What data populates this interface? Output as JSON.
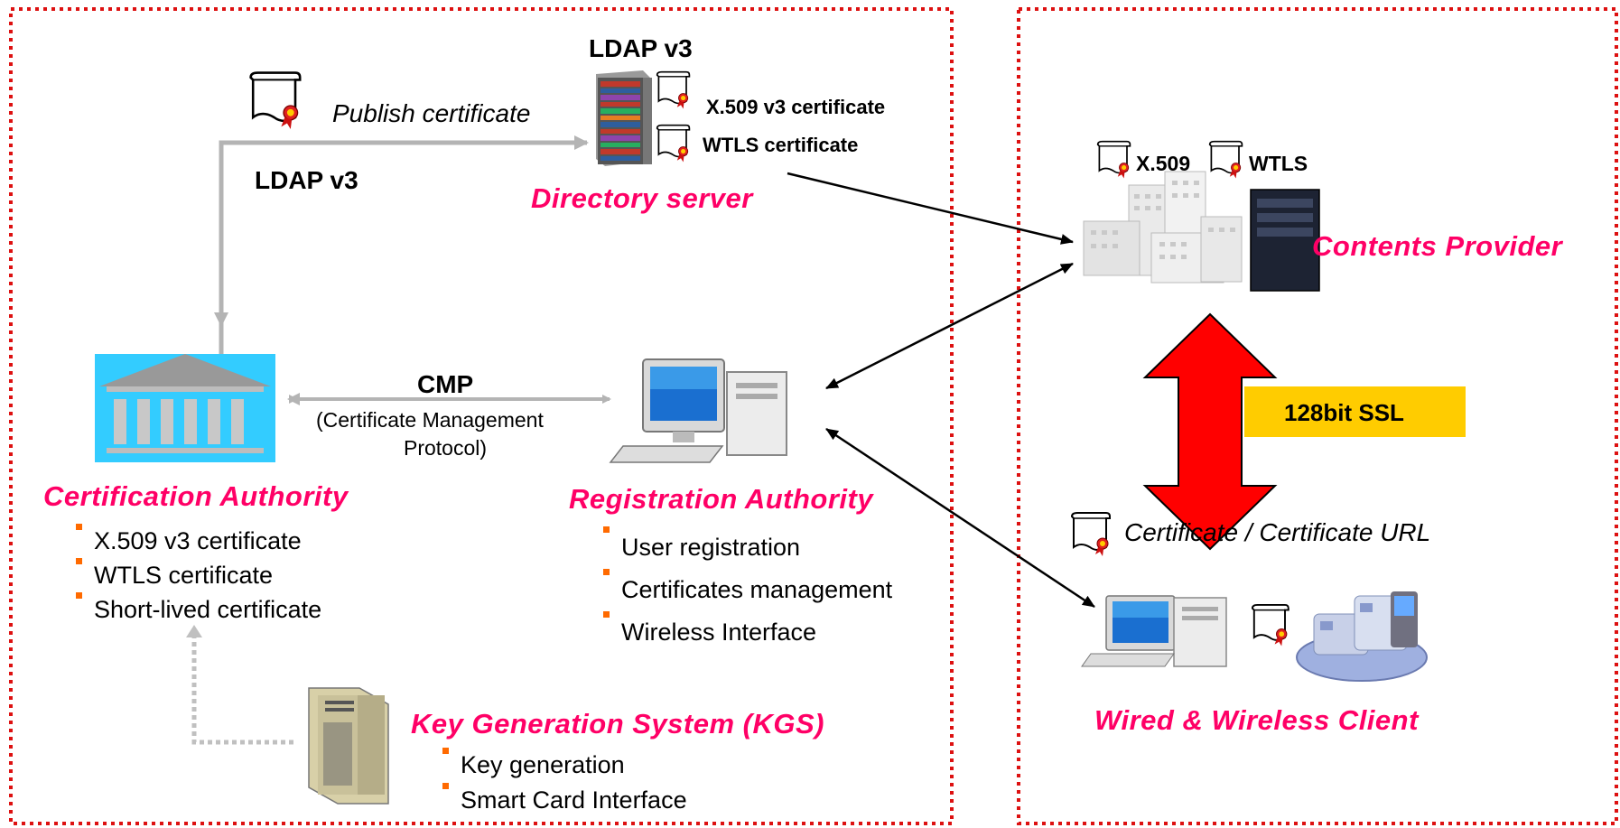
{
  "colors": {
    "accent_pink": "#ff0066",
    "border_red": "#dd1111",
    "bullet_orange": "#ff6a00",
    "gray_arrow": "#b4b4b4",
    "ssl_box": "#ffcc00",
    "red_arrow": "#ff0000"
  },
  "directory": {
    "ldap_top": "LDAP v3",
    "x509_label": "X.509 v3 certificate",
    "wtls_label": "WTLS certificate",
    "title": "Directory server"
  },
  "publish": {
    "label": "Publish certificate",
    "ldap_label": "LDAP v3"
  },
  "ca": {
    "title": "Certification Authority",
    "bullets": [
      "X.509 v3 certificate",
      "WTLS certificate",
      "Short-lived certificate"
    ]
  },
  "cmp": {
    "title": "CMP",
    "subtitle_line1": "(Certificate Management",
    "subtitle_line2": "Protocol)"
  },
  "ra": {
    "title": "Registration Authority",
    "bullets": [
      "User registration",
      "Certificates management",
      "Wireless Interface"
    ]
  },
  "kgs": {
    "title": "Key Generation System (KGS)",
    "bullets": [
      "Key generation",
      "Smart Card Interface"
    ]
  },
  "provider": {
    "x509_label": "X.509",
    "wtls_label": "WTLS",
    "title": "Contents Provider"
  },
  "ssl": {
    "label": "128bit SSL"
  },
  "client": {
    "cert_label": "Certificate / Certificate URL",
    "title": "Wired & Wireless Client"
  },
  "icons": [
    "certificate-icon",
    "directory-server-icon",
    "ca-building-icon",
    "ra-computer-icon",
    "kgs-server-icon",
    "provider-buildings-icon",
    "provider-server-icon",
    "client-computer-icon",
    "wireless-devices-icon"
  ]
}
